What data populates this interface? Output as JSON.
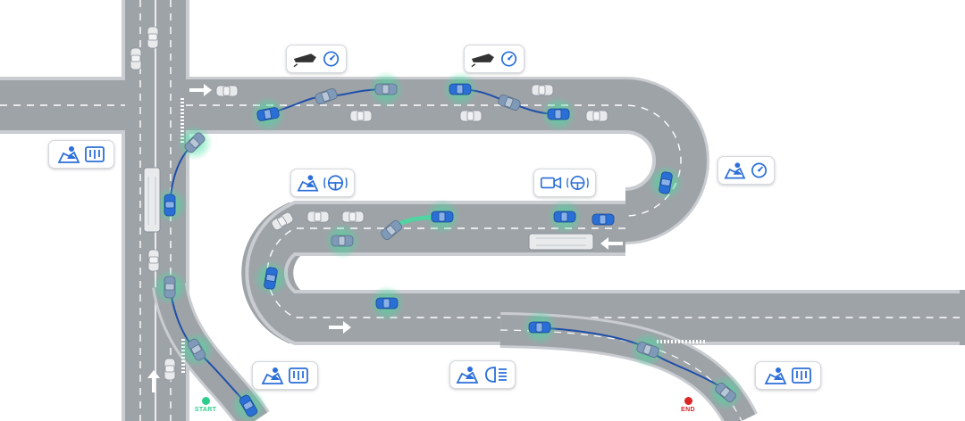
{
  "scene": {
    "colors": {
      "road": "#9ea3a8",
      "road_edge": "#c9ccd0",
      "lane_marking": "#ffffff",
      "ego_car": "#2a6fd6",
      "ghost_car": "#7f9ab8",
      "other_car": "#e8eaec",
      "trajectory": "#1f4fa8",
      "highlight_glow": "#3ee0a0",
      "icon_blue": "#2b6fd8",
      "start_green": "#2ecc8a",
      "end_red": "#d92626"
    },
    "markers": {
      "start": "START",
      "end": "END"
    },
    "badges": [
      {
        "id": "map-adapter-1",
        "icons": [
          "map-person-icon",
          "adapter-icon"
        ]
      },
      {
        "id": "wiper-speed-1",
        "icons": [
          "wiper-icon",
          "speedometer-icon"
        ]
      },
      {
        "id": "wiper-speed-2",
        "icons": [
          "wiper-icon",
          "speedometer-icon"
        ]
      },
      {
        "id": "map-steering",
        "icons": [
          "map-person-icon",
          "steering-wheel-icon"
        ]
      },
      {
        "id": "camera-steering",
        "icons": [
          "camera-icon",
          "steering-wheel-icon"
        ]
      },
      {
        "id": "map-speed",
        "icons": [
          "map-person-icon",
          "speedometer-icon"
        ]
      },
      {
        "id": "map-adapter-2",
        "icons": [
          "map-person-icon",
          "adapter-icon"
        ]
      },
      {
        "id": "map-headlight",
        "icons": [
          "map-person-icon",
          "headlight-icon"
        ]
      },
      {
        "id": "map-adapter-3",
        "icons": [
          "map-person-icon",
          "adapter-icon"
        ]
      }
    ]
  }
}
